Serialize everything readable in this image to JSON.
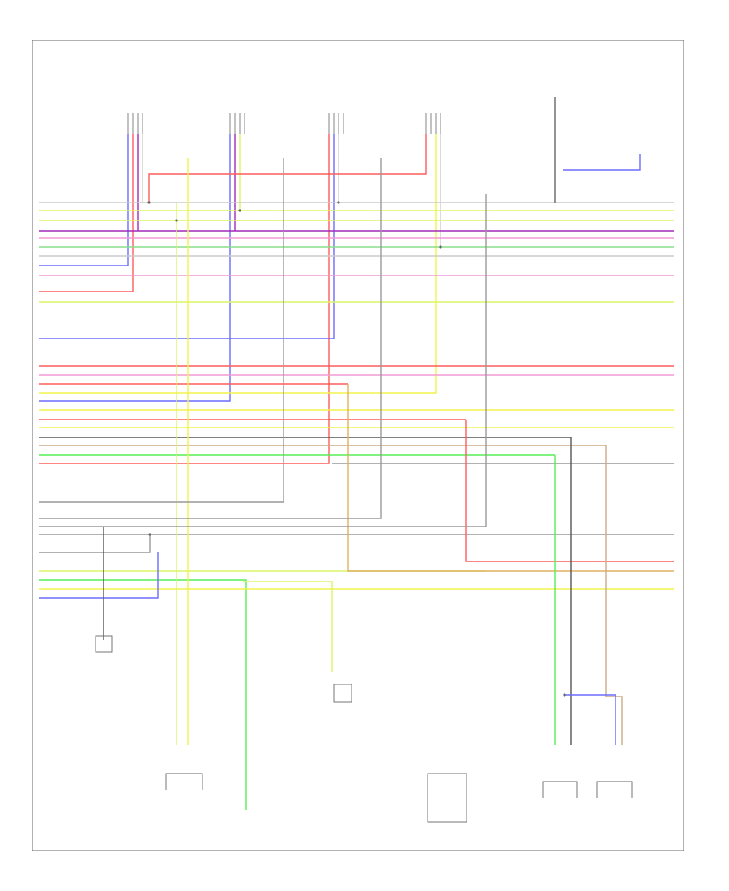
{
  "diagram": {
    "frame_id": "",
    "wire_colors": {
      "white": "#cccccc",
      "yellow_green": "#d9f566",
      "violet": "#a12ab8",
      "pink": "#f29bd6",
      "red": "#ff5c5c",
      "blue": "#6b6bff",
      "yellow": "#f2f24c",
      "green": "#55ee55",
      "orange": "#e0b060",
      "black": "#555555",
      "gray": "#999999",
      "tan": "#ccaa88"
    },
    "top_components": [
      {
        "id": "c1",
        "lines": [
          "",
          "",
          "",
          "",
          ""
        ],
        "tag": ""
      },
      {
        "id": "c2",
        "lines": [
          "",
          "",
          "",
          "",
          ""
        ],
        "tag": ""
      },
      {
        "id": "c3",
        "lines": [
          "",
          "",
          "",
          "",
          ""
        ],
        "tag": ""
      },
      {
        "id": "c4",
        "lines": [
          "",
          "",
          "",
          "",
          ""
        ],
        "tag": ""
      },
      {
        "id": "c5",
        "lines": [
          "",
          "",
          "",
          "",
          ""
        ],
        "tag": ""
      }
    ],
    "bottom_components": [
      {
        "id": "b1",
        "lines": [
          "",
          "",
          "",
          ""
        ]
      },
      {
        "id": "b2",
        "lines": [
          "",
          "",
          ""
        ]
      },
      {
        "id": "b3",
        "lines": [
          "",
          "",
          "",
          ""
        ]
      },
      {
        "id": "b4",
        "lines": [
          "",
          "",
          "",
          ""
        ]
      },
      {
        "id": "b5",
        "lines": [
          "",
          "",
          "",
          ""
        ]
      },
      {
        "id": "b6",
        "lines": [
          "",
          "",
          "",
          ""
        ]
      },
      {
        "id": "b7",
        "lines": [
          "",
          "",
          "",
          ""
        ]
      }
    ]
  }
}
